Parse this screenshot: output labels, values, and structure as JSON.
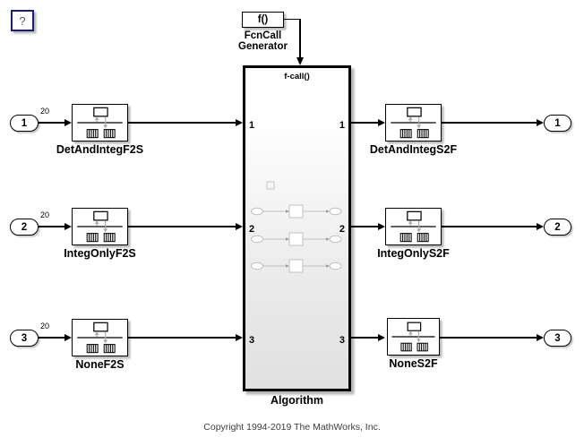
{
  "help_button": {
    "label": "?"
  },
  "fcn_generator": {
    "block_label": "f()",
    "name_line1": "FcnCall",
    "name_line2": "Generator"
  },
  "algorithm": {
    "trigger_label": "f-call()",
    "name": "Algorithm",
    "left_ports": [
      "1",
      "2",
      "3"
    ],
    "right_ports": [
      "1",
      "2",
      "3"
    ]
  },
  "rows": [
    {
      "input_port": "1",
      "signal_width": "20",
      "left_block": "DetAndIntegF2S",
      "right_block": "DetAndIntegS2F",
      "output_port": "1"
    },
    {
      "input_port": "2",
      "signal_width": "20",
      "left_block": "IntegOnlyF2S",
      "right_block": "IntegOnlyS2F",
      "output_port": "2"
    },
    {
      "input_port": "3",
      "signal_width": "20",
      "left_block": "NoneF2S",
      "right_block": "NoneS2F",
      "output_port": "3"
    }
  ],
  "footer": {
    "copyright": "Copyright 1994-2019 The MathWorks, Inc."
  },
  "colors": {
    "canvas_bg": "#ffffff",
    "block_border": "#000000",
    "signal_line": "#000000",
    "help_border": "#1c1c7c",
    "shadow": "#b8b8b8",
    "preview_stroke": "#c2c2c2"
  },
  "icons": {
    "question_icon": "?",
    "converter_block_icon": "rate-conversion-preview",
    "subsystem_preview_icon": "algorithm-contents-preview"
  }
}
